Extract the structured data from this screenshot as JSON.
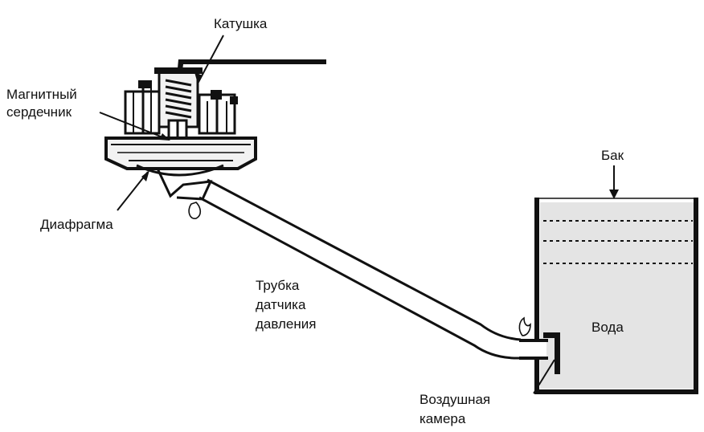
{
  "labels": {
    "coil": "Катушка",
    "magnetic_core_line1": "Магнитный",
    "magnetic_core_line2": "сердечник",
    "diaphragm": "Диафрагма",
    "tank": "Бак",
    "water": "Вода",
    "tube_line1": "Трубка",
    "tube_line2": "датчика",
    "tube_line3": "давления",
    "air_chamber_line1": "Воздушная",
    "air_chamber_line2": "камера"
  },
  "colors": {
    "ink": "#111111",
    "water_fill": "#e4e4e4",
    "housing_fill": "#f2f2f2"
  }
}
